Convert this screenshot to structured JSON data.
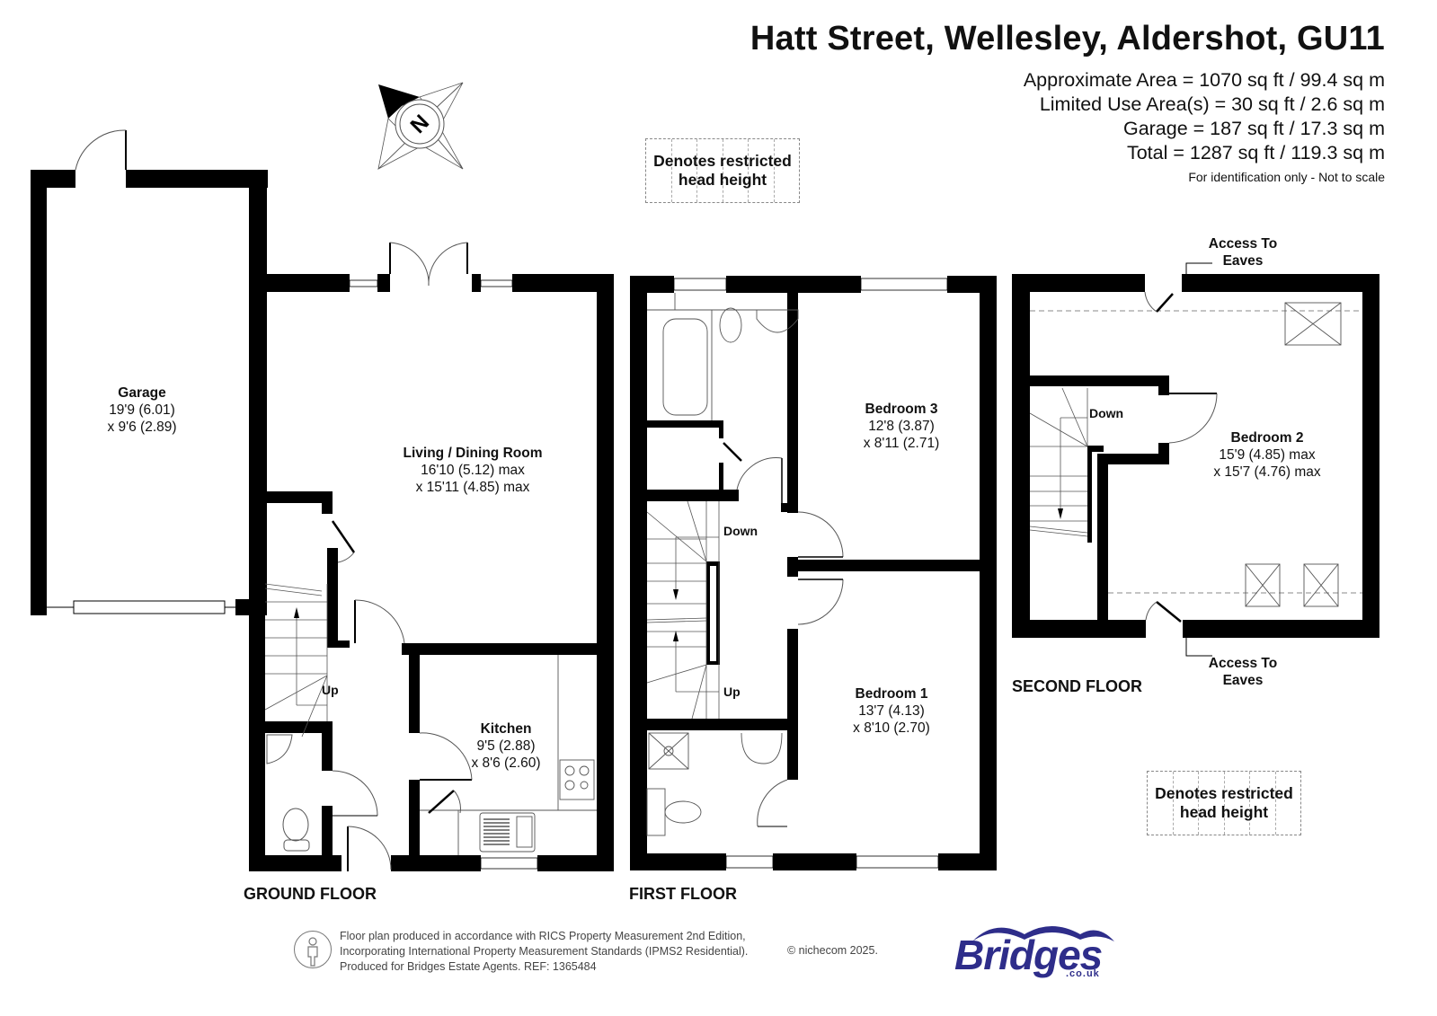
{
  "header": {
    "title": "Hatt Street, Wellesley, Aldershot, GU11",
    "areas": [
      "Approximate Area = 1070 sq ft / 99.4 sq m",
      "Limited Use Area(s) = 30 sq ft / 2.6 sq m",
      "Garage = 187 sq ft / 17.3 sq m",
      "Total = 1287 sq ft / 119.3 sq m"
    ],
    "disclaimer": "For identification only - Not to scale"
  },
  "compass": {
    "label": "N",
    "icon": "compass-rose-icon"
  },
  "legend": {
    "restricted_head_height": "Denotes restricted head height",
    "line1": "Denotes restricted",
    "line2": "head height"
  },
  "floors": {
    "ground": {
      "label": "GROUND FLOOR",
      "rooms": [
        {
          "name": "Garage",
          "dim1": "19'9 (6.01)",
          "dim2": "x 9'6 (2.89)"
        },
        {
          "name": "Living / Dining Room",
          "dim1": "16'10 (5.12) max",
          "dim2": "x 15'11 (4.85) max"
        },
        {
          "name": "Kitchen",
          "dim1": "9'5 (2.88)",
          "dim2": "x 8'6 (2.60)"
        }
      ],
      "stairs": "Up"
    },
    "first": {
      "label": "FIRST FLOOR",
      "rooms": [
        {
          "name": "Bedroom 3",
          "dim1": "12'8 (3.87)",
          "dim2": "x 8'11 (2.71)"
        },
        {
          "name": "Bedroom 1",
          "dim1": "13'7 (4.13)",
          "dim2": "x 8'10 (2.70)"
        }
      ],
      "stairs_down": "Down",
      "stairs_up": "Up"
    },
    "second": {
      "label": "SECOND FLOOR",
      "rooms": [
        {
          "name": "Bedroom 2",
          "dim1": "15'9 (4.85) max",
          "dim2": "x 15'7 (4.76) max"
        }
      ],
      "stairs_down": "Down",
      "eaves_top": {
        "line1": "Access To",
        "line2": "Eaves"
      },
      "eaves_bottom": {
        "line1": "Access To",
        "line2": "Eaves"
      }
    }
  },
  "footer": {
    "lines": [
      "Floor plan produced in accordance with RICS Property Measurement 2nd Edition,",
      "Incorporating International Property Measurement Standards (IPMS2 Residential).",
      "Produced for Bridges Estate Agents.    REF: 1365484"
    ],
    "copyright": "© nichecom 2025.",
    "brand": {
      "name": "Bridges",
      "tld": ".co.uk",
      "color": "#2e2d8a"
    }
  },
  "colors": {
    "wall": "#000000",
    "fixture_line": "#555555",
    "background": "#ffffff",
    "brand": "#2e2d8a"
  }
}
